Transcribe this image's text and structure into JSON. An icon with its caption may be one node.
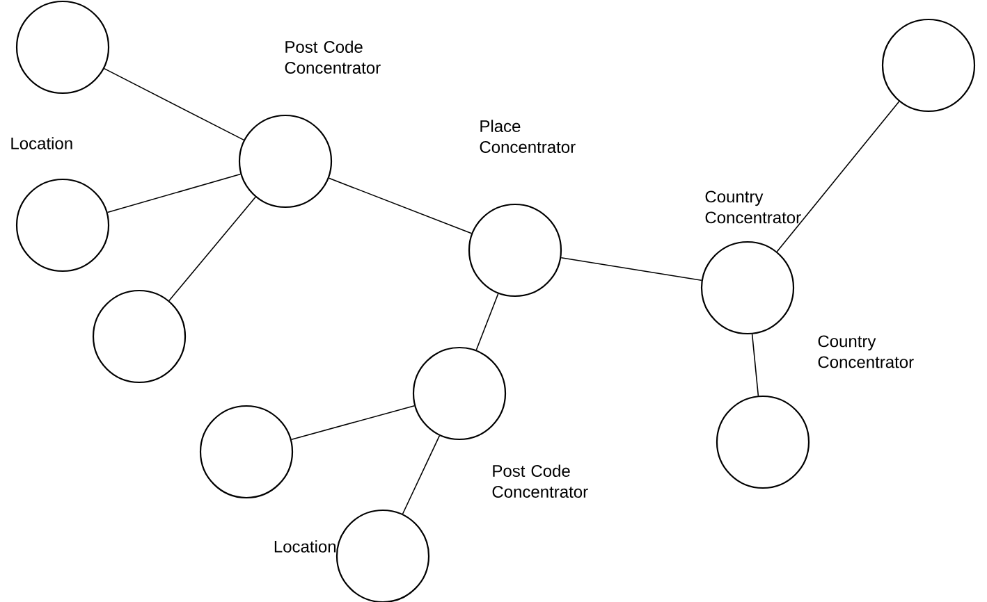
{
  "diagram": {
    "nodes": [
      {
        "text": [],
        "shape": "circle"
      },
      {
        "text": [],
        "shape": "circle",
        "beside": [
          "Location"
        ]
      },
      {
        "text": [],
        "shape": "circle",
        "beside": [
          "Post Code Concentrator"
        ]
      },
      {
        "text": [],
        "shape": "circle"
      },
      {
        "text": [],
        "shape": "circle",
        "beside": [
          "Place Concentrator"
        ]
      },
      {
        "text": [],
        "shape": "circle",
        "beside": [
          "Country Concentrator"
        ]
      },
      {
        "text": [],
        "shape": "circle"
      },
      {
        "text": [],
        "shape": "circle",
        "beside": [
          "Country Concentrator"
        ]
      },
      {
        "text": [],
        "shape": "circle",
        "beside": [
          "Post Code Concentrator"
        ]
      },
      {
        "text": [],
        "shape": "circle"
      },
      {
        "text": [],
        "shape": "circle",
        "beside": [
          "Location"
        ]
      }
    ],
    "edges": [
      {
        "from": 0,
        "to": 2,
        "arrow": "none"
      },
      {
        "from": 1,
        "to": 2,
        "arrow": "none"
      },
      {
        "from": 3,
        "to": 2,
        "arrow": "none"
      },
      {
        "from": 2,
        "to": 4,
        "arrow": "none"
      },
      {
        "from": 4,
        "to": 5,
        "arrow": "none"
      },
      {
        "from": 5,
        "to": 6,
        "arrow": "none"
      },
      {
        "from": 5,
        "to": 7,
        "arrow": "none"
      },
      {
        "from": 4,
        "to": 8,
        "arrow": "none"
      },
      {
        "from": 8,
        "to": 9,
        "arrow": "none"
      },
      {
        "from": 8,
        "to": 10,
        "arrow": "none"
      }
    ]
  }
}
